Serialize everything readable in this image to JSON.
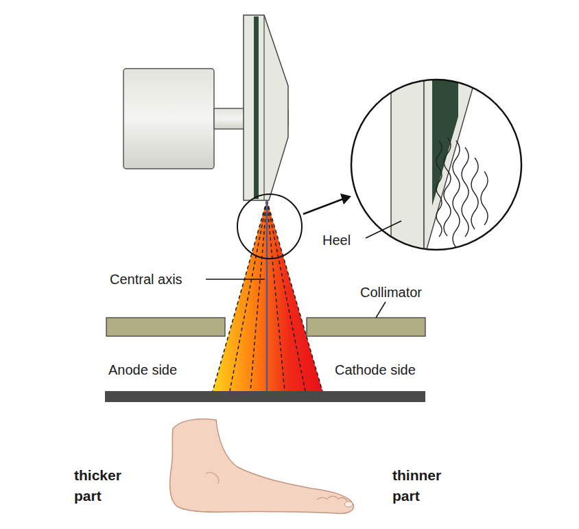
{
  "diagram": {
    "labels": [
      "Heel",
      "Central axis",
      "Collimator",
      "Anode side",
      "Cathode side",
      "thicker part",
      "thinner part"
    ]
  }
}
